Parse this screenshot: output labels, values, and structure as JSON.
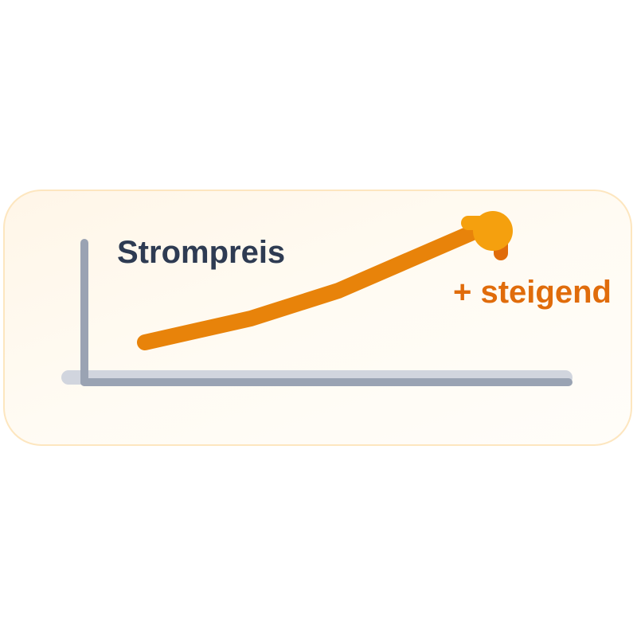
{
  "card": {
    "title": "Strompreis",
    "trend_label": "+ steigend"
  },
  "colors": {
    "card_border": "#fde6bf",
    "card_bg": "#fff8ee",
    "axis": "#9aa3b3",
    "axis_shadow": "#d1d5de",
    "line": "#e8830a",
    "marker": "#f5a00e",
    "marker_shadow": "#e06c0b",
    "title": "#2e3b52",
    "trend": "#e06c0b"
  },
  "chart_data": {
    "type": "line",
    "title": "Strompreis",
    "annotations": [
      "+ steigend"
    ],
    "xlabel": "",
    "ylabel": "",
    "x": [
      0,
      1,
      2,
      3
    ],
    "series": [
      {
        "name": "Strompreis",
        "values": [
          1,
          1.7,
          3.0,
          5.6
        ]
      }
    ],
    "grid": false,
    "legend": "none",
    "note": "Illustrative rising trend; no axis ticks or numeric labels shown"
  }
}
